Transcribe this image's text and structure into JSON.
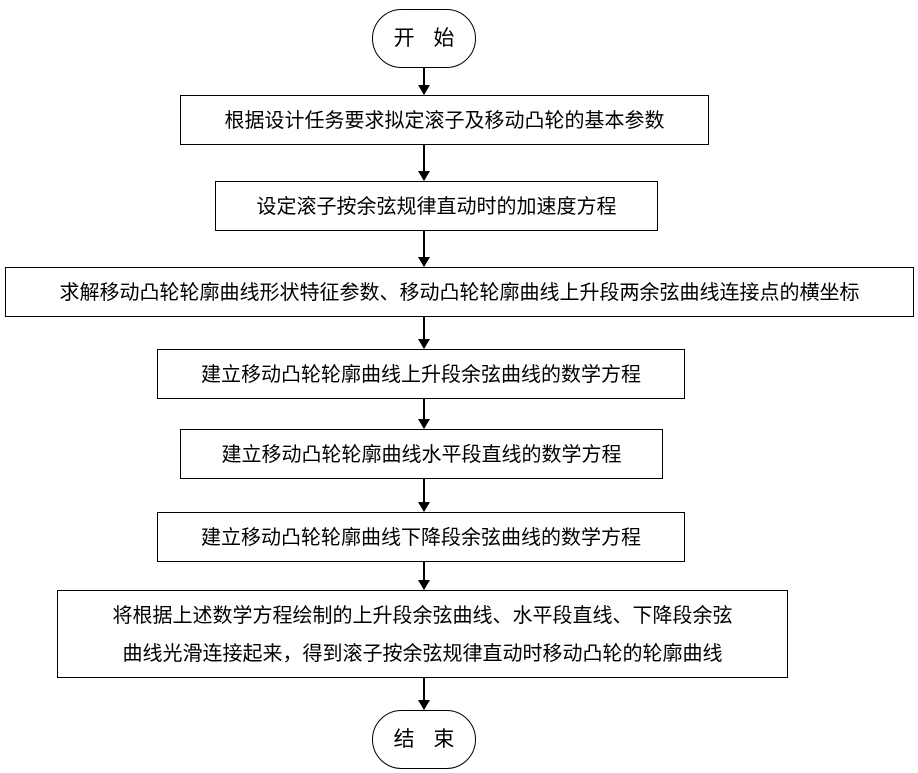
{
  "flowchart": {
    "start_label": "开 始",
    "end_label": "结 束",
    "steps": [
      {
        "text": "根据设计任务要求拟定滚子及移动凸轮的基本参数"
      },
      {
        "text": "设定滚子按余弦规律直动时的加速度方程"
      },
      {
        "text": "求解移动凸轮轮廓曲线形状特征参数、移动凸轮轮廓曲线上升段两余弦曲线连接点的横坐标"
      },
      {
        "text": "建立移动凸轮轮廓曲线上升段余弦曲线的数学方程"
      },
      {
        "text": "建立移动凸轮轮廓曲线水平段直线的数学方程"
      },
      {
        "text": "建立移动凸轮轮廓曲线下降段余弦曲线的数学方程"
      },
      {
        "lines": [
          "将根据上述数学方程绘制的上升段余弦曲线、水平段直线、下降段余弦",
          "曲线光滑连接起来，得到滚子按余弦规律直动时移动凸轮的轮廓曲线"
        ]
      }
    ]
  }
}
